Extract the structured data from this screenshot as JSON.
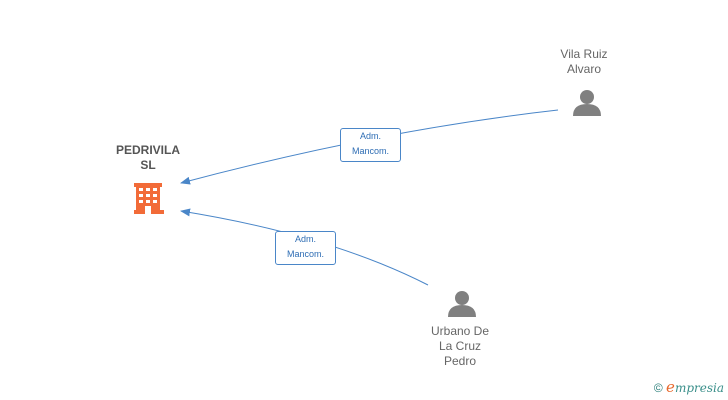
{
  "company": {
    "line1": "PEDRIVILA",
    "line2": "SL",
    "icon": "building-icon",
    "color": "#f26b38"
  },
  "persons": [
    {
      "line1": "Vila Ruiz",
      "line2": "Alvaro",
      "icon": "person-icon"
    },
    {
      "line1": "Urbano De",
      "line2": "La Cruz",
      "line3": "Pedro",
      "icon": "person-icon"
    }
  ],
  "edges": [
    {
      "from": "Vila Ruiz Alvaro",
      "to": "PEDRIVILA SL",
      "line1": "Adm.",
      "line2": "Mancom."
    },
    {
      "from": "Urbano De La Cruz Pedro",
      "to": "PEDRIVILA SL",
      "line1": "Adm.",
      "line2": "Mancom."
    }
  ],
  "footer": {
    "copyright_symbol": "©",
    "brand_first": "e",
    "brand_rest": "mpresia"
  },
  "colors": {
    "edge": "#4a86c8",
    "person": "#808080"
  }
}
